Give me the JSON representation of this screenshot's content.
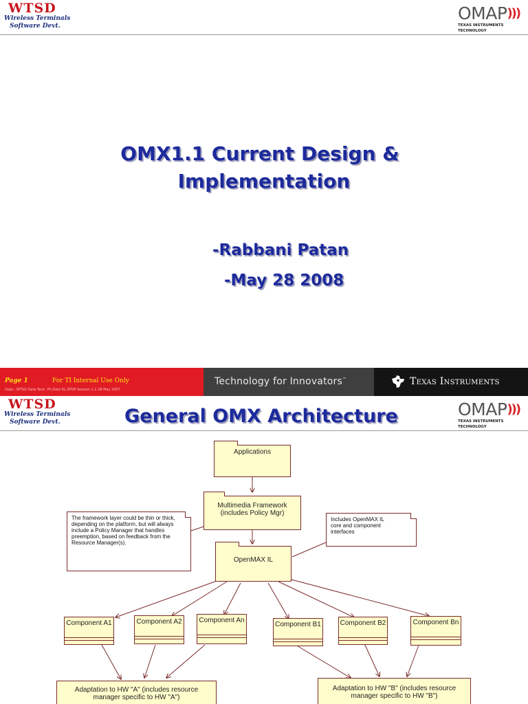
{
  "brand": {
    "wtsd_logo": "WTSD",
    "wtsd_line1": "Wireless Terminals",
    "wtsd_line2": "Software Devt.",
    "omap_logo": "OMAP",
    "omap_tagline": "TEXAS INSTRUMENTS TECHNOLOGY",
    "ti_logo": "Texas Instruments",
    "accent_red": "#e01b24",
    "title_blue": "#1c2a9c"
  },
  "slide1": {
    "title_line1": "OMX1.1 Current Design &",
    "title_line2": "Implementation",
    "author": "-Rabbani Patan",
    "date": "-May 28 2008",
    "footer": {
      "page": "Page 1",
      "internal": "For TI Internal Use Only",
      "tagline": "Technology for Innovators",
      "tagline_mark": "™",
      "doc_ref": "Dept.: WTSD  Date  Tech.  Ph.Date  KL-ZP08  Session 1.1  28 May 2007"
    }
  },
  "slide2": {
    "title": "General OMX Architecture",
    "diagram": {
      "applications": "Applications",
      "framework": "Multimedia Framework (includes Policy Mgr)",
      "openmax_il": "OpenMAX IL",
      "framework_note": "The framework layer could be thin or thick, depending on the platform, but will always include a Policy Manager that handles preemption, based on feedback from the Resource Manager(s).",
      "il_note": "Includes OpenMAX IL core and component interfaces",
      "components": [
        {
          "label": "Component A1"
        },
        {
          "label": "Component A2"
        },
        {
          "label": "Component An"
        },
        {
          "label": "Component B1"
        },
        {
          "label": "Component B2"
        },
        {
          "label": "Component Bn"
        }
      ],
      "adaptation_a": "Adaptation to HW \"A\" (includes resource manager specific to HW \"A\")",
      "adaptation_b": "Adaptation to HW \"B\" (includes resource manager specific to HW \"B\")"
    }
  }
}
